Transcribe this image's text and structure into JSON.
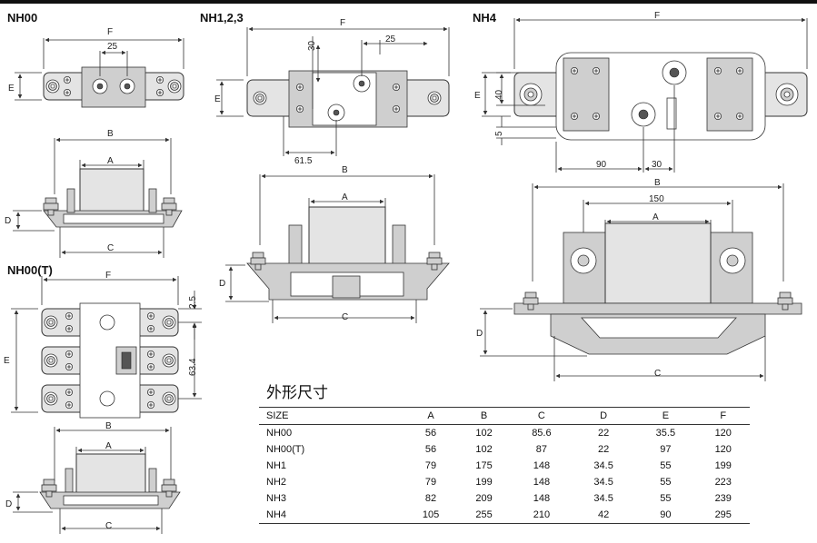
{
  "labels": {
    "nh00": "NH00",
    "nh123": "NH1,2,3",
    "nh4": "NH4",
    "nh00t": "NH00(T)"
  },
  "dims": {
    "nh00_top": {
      "f": "F",
      "w25": "25",
      "e": "E"
    },
    "nh00_side": {
      "b": "B",
      "a": "A",
      "c": "C",
      "d": "D"
    },
    "nh123_top": {
      "f": "F",
      "w25": "30",
      "h30": "25",
      "w615": "61.5",
      "e": "E"
    },
    "nh123_side": {
      "b": "B",
      "a": "A",
      "c": "C",
      "d": "D"
    },
    "nh4_top": {
      "f": "F",
      "h40": "40",
      "h5": "5",
      "w90": "90",
      "w30": "30",
      "e": "E"
    },
    "nh4_side": {
      "b": "B",
      "w150": "150",
      "a": "A",
      "c": "C",
      "d": "D"
    },
    "nh00t_top": {
      "f": "F",
      "h25": "2.5",
      "h634": "63.4",
      "e": "E"
    },
    "nh00t_side": {
      "b": "B",
      "a": "A",
      "c": "C",
      "d": "D"
    }
  },
  "table": {
    "title": "外形尺寸",
    "headers": [
      "SIZE",
      "A",
      "B",
      "C",
      "D",
      "E",
      "F"
    ],
    "rows": [
      [
        "NH00",
        "56",
        "102",
        "85.6",
        "22",
        "35.5",
        "120"
      ],
      [
        "NH00(T)",
        "56",
        "102",
        "87",
        "22",
        "97",
        "120"
      ],
      [
        "NH1",
        "79",
        "175",
        "148",
        "34.5",
        "55",
        "199"
      ],
      [
        "NH2",
        "79",
        "199",
        "148",
        "34.5",
        "55",
        "223"
      ],
      [
        "NH3",
        "82",
        "209",
        "148",
        "34.5",
        "55",
        "239"
      ],
      [
        "NH4",
        "105",
        "255",
        "210",
        "42",
        "90",
        "295"
      ]
    ]
  }
}
